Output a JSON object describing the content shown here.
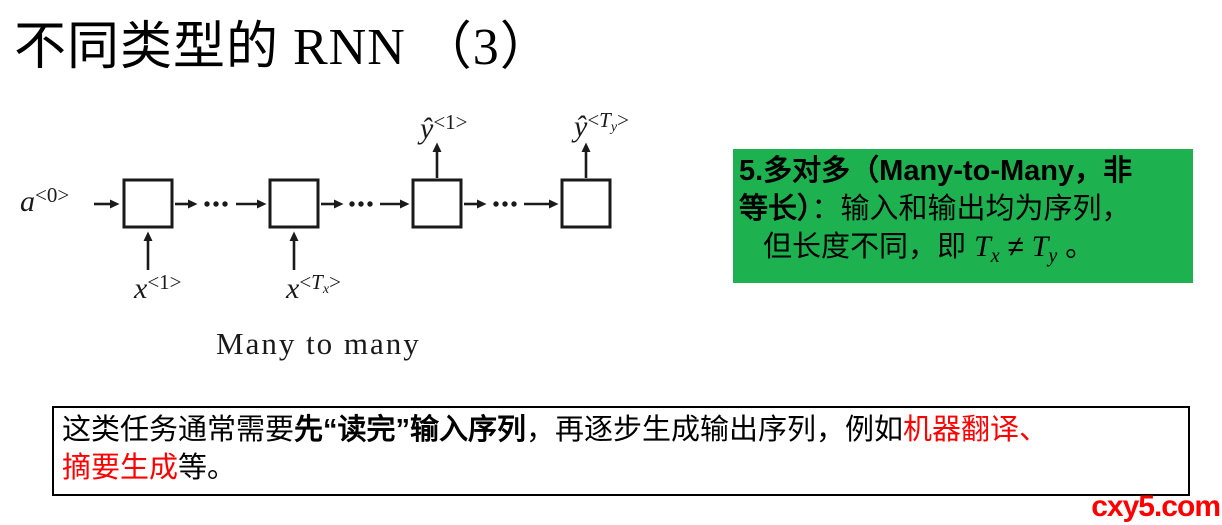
{
  "title": "不同类型的 RNN （3）",
  "colors": {
    "green_box_bg": "#1db150",
    "highlight_red": "#ff0000",
    "text_black": "#000000"
  },
  "diagram": {
    "caption": "Many to many",
    "labels": {
      "a0": {
        "base": "a",
        "sup": "<0>"
      },
      "x1": {
        "base": "x",
        "sup": "<1>"
      },
      "xTx": {
        "base": "x",
        "sup_open": "<",
        "sup_T": "T",
        "sup_sub": "x",
        "sup_close": ">"
      },
      "y1": {
        "base": "ŷ",
        "sup": "<1>"
      },
      "yTy": {
        "base": "ŷ",
        "sup_open": "<",
        "sup_T": "T",
        "sup_sub": "y",
        "sup_close": ">"
      }
    }
  },
  "green_box": {
    "line1_bold": "5.多对多（Many-to-Many，非",
    "line2_bold": "等长）",
    "line2_regular": "：输入和输出均为序列，",
    "line3_pre": "但长度不同，即 ",
    "tx": {
      "base": "T",
      "sub": "x"
    },
    "neq": " ≠ ",
    "ty": {
      "base": "T",
      "sub": "y"
    },
    "line3_post": " 。"
  },
  "bottom_box": {
    "line1_regular1": "这类任务通常需要",
    "line1_bold": "先“读完”输入序列",
    "line1_regular2": "，再逐步生成输出序列，例如",
    "line1_red": "机器翻译、",
    "line2_red": "摘要生成",
    "line2_regular": "等。"
  },
  "watermark": "cxy5.com"
}
